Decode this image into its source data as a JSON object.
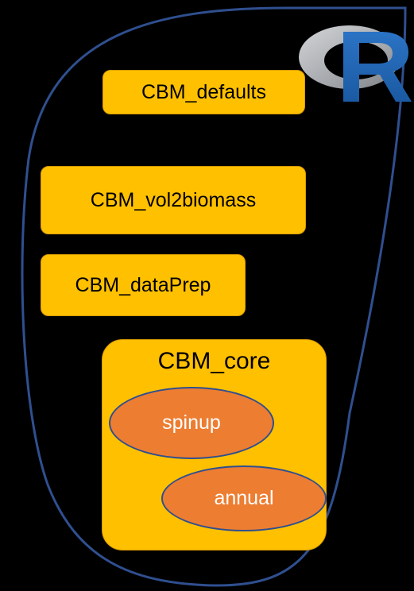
{
  "diagram": {
    "modules": {
      "defaults": "CBM_defaults",
      "vol2biomass": "CBM_vol2biomass",
      "dataprep": "CBM_dataPrep",
      "core": "CBM_core"
    },
    "core_processes": {
      "spinup": "spinup",
      "annual": "annual"
    }
  },
  "logo": {
    "text": "R"
  },
  "colors": {
    "background": "#000000",
    "module_fill": "#ffc000",
    "process_fill": "#ed7d31",
    "process_border": "#2f4f8f",
    "outer_ellipse": "#2f4f8f",
    "logo_ring": "#a9abaf",
    "logo_letter": "#2266b8"
  }
}
